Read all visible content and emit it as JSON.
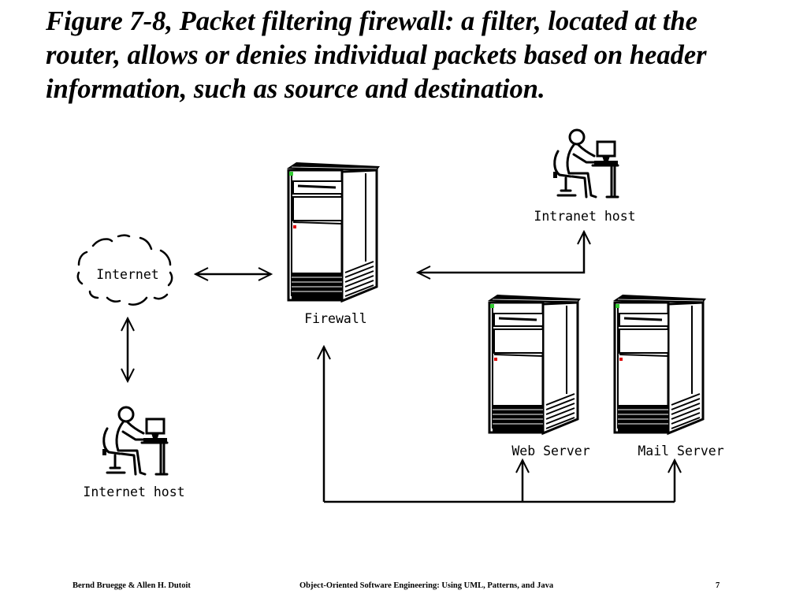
{
  "slide": {
    "title": "Figure 7-8, Packet filtering firewall: a filter, located at the router, allows or denies individual packets based on header information, such as source and destination."
  },
  "diagram": {
    "nodes": {
      "internet": {
        "label": "Internet",
        "icon": "cloud-icon"
      },
      "firewall": {
        "label": "Firewall",
        "icon": "server-tower-icon"
      },
      "intranet_host": {
        "label": "Intranet host",
        "icon": "workstation-user-icon"
      },
      "internet_host": {
        "label": "Internet host",
        "icon": "workstation-user-icon"
      },
      "web_server": {
        "label": "Web Server",
        "icon": "server-tower-icon"
      },
      "mail_server": {
        "label": "Mail Server",
        "icon": "server-tower-icon"
      }
    },
    "connections": [
      {
        "from": "internet",
        "to": "firewall",
        "arrows": "both"
      },
      {
        "from": "internet",
        "to": "internet_host",
        "arrows": "both"
      },
      {
        "from": "intranet_host",
        "to": "firewall",
        "arrows": "both"
      },
      {
        "from": "firewall",
        "to": "web_server",
        "arrows": "both"
      },
      {
        "from": "firewall",
        "to": "mail_server",
        "arrows": "both"
      }
    ],
    "colors": {
      "line": "#000000",
      "led_green": "#33cc33",
      "led_red": "#dd0000"
    }
  },
  "footer": {
    "authors": "Bernd Bruegge & Allen H. Dutoit",
    "book": "Object-Oriented Software Engineering: Using UML, Patterns, and Java",
    "page": "7"
  }
}
